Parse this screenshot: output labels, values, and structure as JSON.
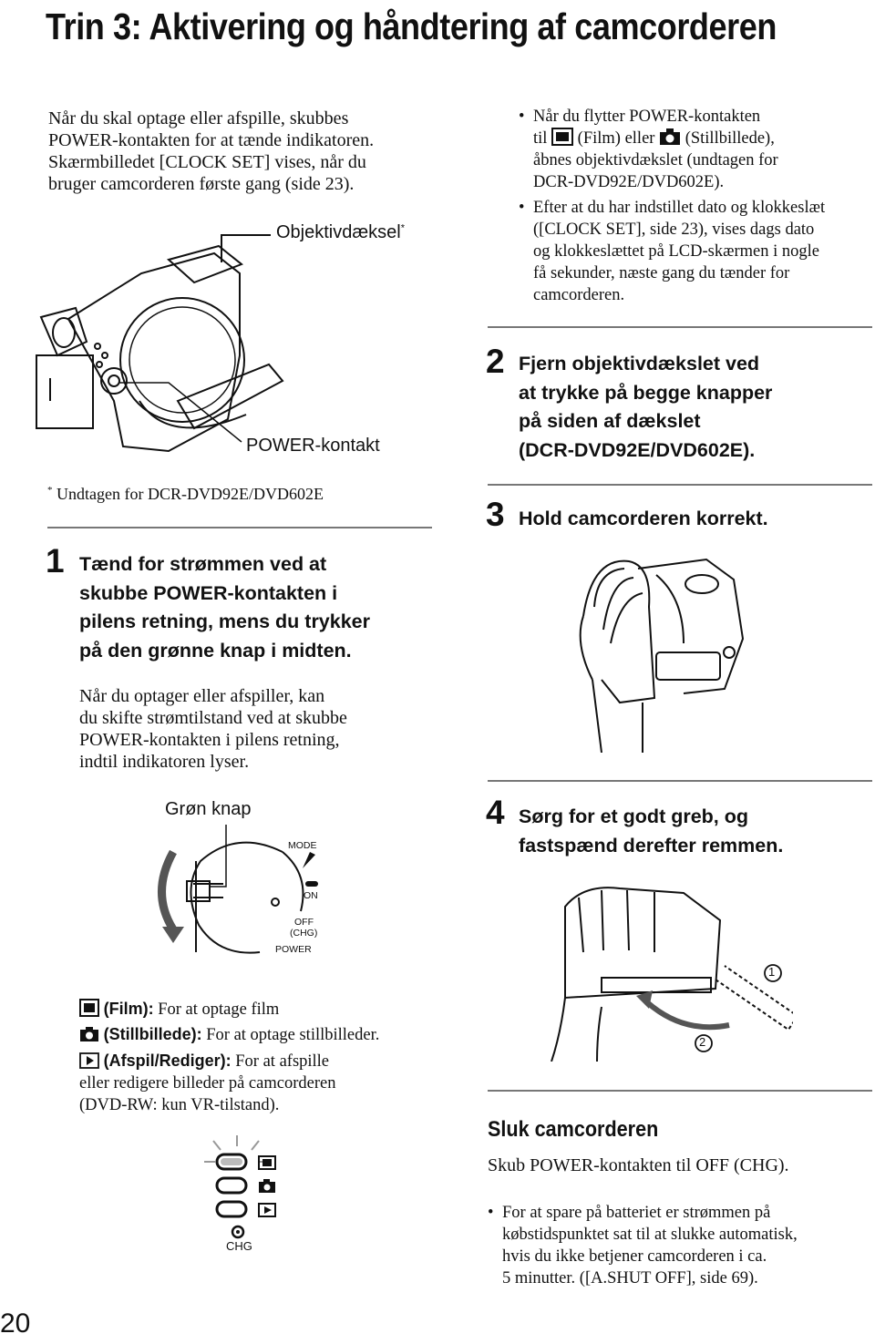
{
  "title": "Trin 3: Aktivering og håndtering af camcorderen",
  "intro": {
    "l1": "Når du skal optage eller afspille, skubbes",
    "l2": "POWER-kontakten for at tænde indikatoren.",
    "l3": "Skærmbilledet [CLOCK SET] vises, når du",
    "l4": "bruger camcorderen første gang (side 23)."
  },
  "figure1": {
    "label_cover": "Objektivdæksel",
    "asterisk": "*",
    "label_power": "POWER-kontakt"
  },
  "footnote": {
    "mark": "*",
    "text": "Undtagen for DCR-DVD92E/DVD602E"
  },
  "step1": {
    "num": "1",
    "l1": "Tænd for strømmen ved at",
    "l2": "skubbe POWER-kontakten i",
    "l3": "pilens retning, mens du trykker",
    "l4": "på den grønne knap i midten."
  },
  "step1_body": {
    "l1": "Når du optager eller afspiller, kan",
    "l2": "du skifte strømtilstand ved at skubbe",
    "l3": "POWER-kontakten i pilens retning,",
    "l4": "indtil indikatoren lyser."
  },
  "figure2": {
    "label_green": "Grøn knap",
    "mode": "MODE",
    "on": "ON",
    "off": "OFF",
    "chg": "(CHG)",
    "power": "POWER"
  },
  "modes": {
    "film_bold": "(Film):",
    "film_text": "For at optage film",
    "still_bold": "(Stillbillede):",
    "still_text": "For at optage stillbilleder.",
    "play_bold": "(Afspil/Rediger):",
    "play_text": "For at afspille",
    "play_l2": "eller redigere billeder på camcorderen",
    "play_l3": "(DVD-RW: kun VR-tilstand)."
  },
  "figure3": {
    "chg": "CHG"
  },
  "right_bullets": {
    "b1_l1": "Når du flytter POWER-kontakten",
    "b1_l2a": "til",
    "b1_l2b": "(Film) eller",
    "b1_l2c": "(Stillbillede),",
    "b1_l3": "åbnes objektivdækslet (undtagen for",
    "b1_l4": "DCR-DVD92E/DVD602E).",
    "b2_l1": "Efter at du har indstillet dato og klokkeslæt",
    "b2_l2": "([CLOCK SET], side 23), vises dags dato",
    "b2_l3": "og klokkeslættet på LCD-skærmen i nogle",
    "b2_l4": "få sekunder, næste gang du tænder for",
    "b2_l5": "camcorderen."
  },
  "step2": {
    "num": "2",
    "l1": "Fjern objektivdækslet ved",
    "l2": "at trykke på begge knapper",
    "l3": "på siden af dækslet",
    "l4": "(DCR-DVD92E/DVD602E)."
  },
  "step3": {
    "num": "3",
    "l1": "Hold camcorderen korrekt."
  },
  "step4": {
    "num": "4",
    "l1": "Sørg for et godt greb, og",
    "l2": "fastspænd derefter remmen."
  },
  "figure4": {
    "c1": "1",
    "c2": "2"
  },
  "off_section": {
    "heading": "Sluk camcorderen",
    "body": "Skub POWER-kontakten til OFF (CHG).",
    "b_l1": "For at spare på batteriet er strømmen på",
    "b_l2": "købstidspunktet sat til at slukke automatisk,",
    "b_l3": "hvis du ikke betjener camcorderen i ca.",
    "b_l4": "5 minutter. ([A.SHUT OFF], side 69)."
  },
  "page_number": "20",
  "colors": {
    "text": "#111111",
    "rule": "#777777"
  }
}
